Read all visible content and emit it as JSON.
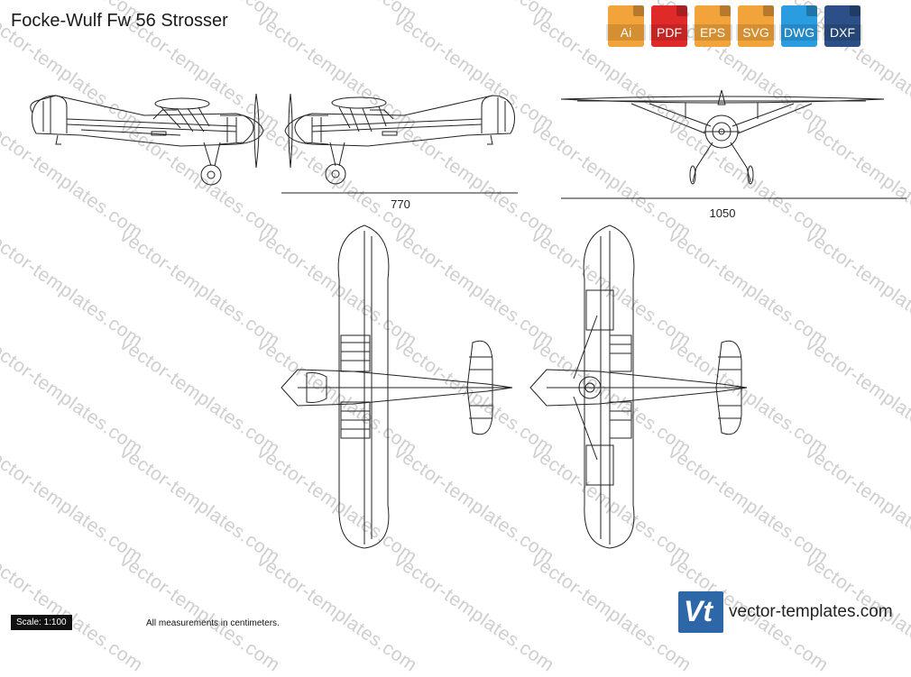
{
  "title": "Focke-Wulf Fw 56 Strosser",
  "formats": [
    {
      "label": "Ai",
      "color": "#f2a33a",
      "icon": "file-ai-icon"
    },
    {
      "label": "PDF",
      "color": "#e02a2a",
      "icon": "file-pdf-icon"
    },
    {
      "label": "EPS",
      "color": "#f2a33a",
      "icon": "file-eps-icon"
    },
    {
      "label": "SVG",
      "color": "#f2a33a",
      "icon": "file-svg-icon"
    },
    {
      "label": "DWG",
      "color": "#2a9de0",
      "icon": "file-dwg-icon"
    },
    {
      "label": "DXF",
      "color": "#2b4f86",
      "icon": "file-dxf-icon"
    }
  ],
  "dimensions": {
    "length": "770",
    "wingspan": "1050"
  },
  "scale": "Scale: 1:100",
  "note": "All measurements in centimeters.",
  "watermark": "vector-templates.com",
  "brand": {
    "logo_text": "Vt",
    "name": "vector-templates.com",
    "logo_color": "#2e67a8"
  }
}
